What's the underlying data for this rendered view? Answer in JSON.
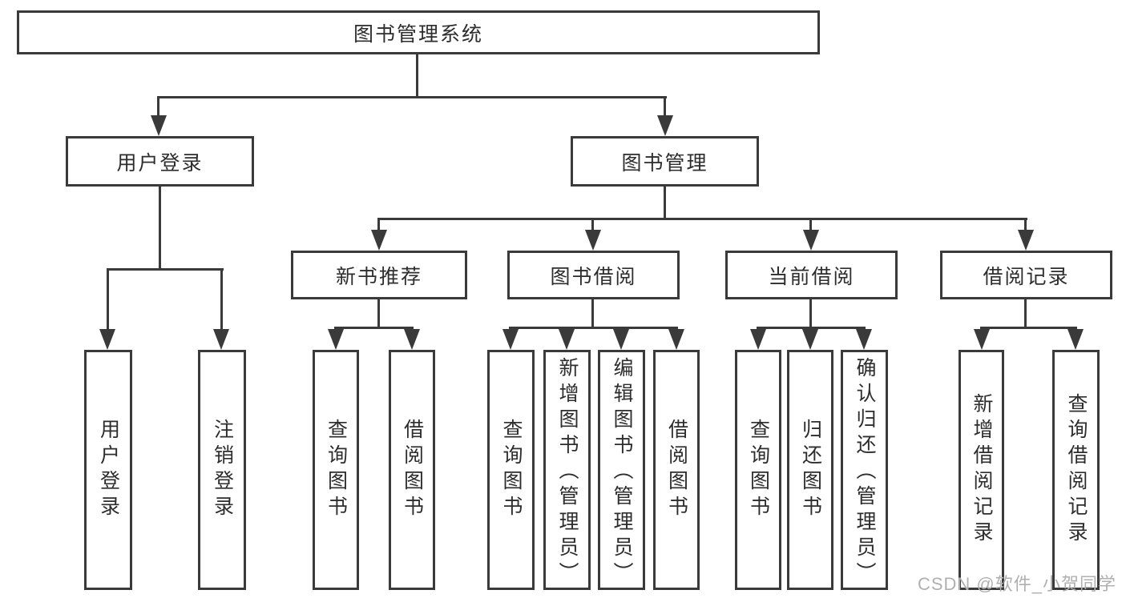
{
  "diagram": {
    "title_node": {
      "label": "图书管理系统"
    },
    "branches": [
      {
        "label": "用户登录",
        "children": [
          {
            "label": "用户登录"
          },
          {
            "label": "注销登录"
          }
        ]
      },
      {
        "label": "图书管理",
        "children": [
          {
            "label": "新书推荐",
            "children": [
              {
                "label": "查询图书"
              },
              {
                "label": "借阅图书"
              }
            ]
          },
          {
            "label": "图书借阅",
            "children": [
              {
                "label": "查询图书"
              },
              {
                "label": "新增图书（管理员）"
              },
              {
                "label": "编辑图书（管理员）"
              },
              {
                "label": "借阅图书"
              }
            ]
          },
          {
            "label": "当前借阅",
            "children": [
              {
                "label": "查询图书"
              },
              {
                "label": "归还图书"
              },
              {
                "label": "确认归还（管理员）"
              }
            ]
          },
          {
            "label": "借阅记录",
            "children": [
              {
                "label": "新增借阅记录"
              },
              {
                "label": "查询借阅记录"
              }
            ]
          }
        ]
      }
    ]
  },
  "watermark": {
    "text": "CSDN @软件_小贺同学"
  },
  "colors": {
    "line": "#3a3a3a",
    "text": "#2d2d2d",
    "watermark": "#b0b0b0",
    "background": "#ffffff"
  }
}
